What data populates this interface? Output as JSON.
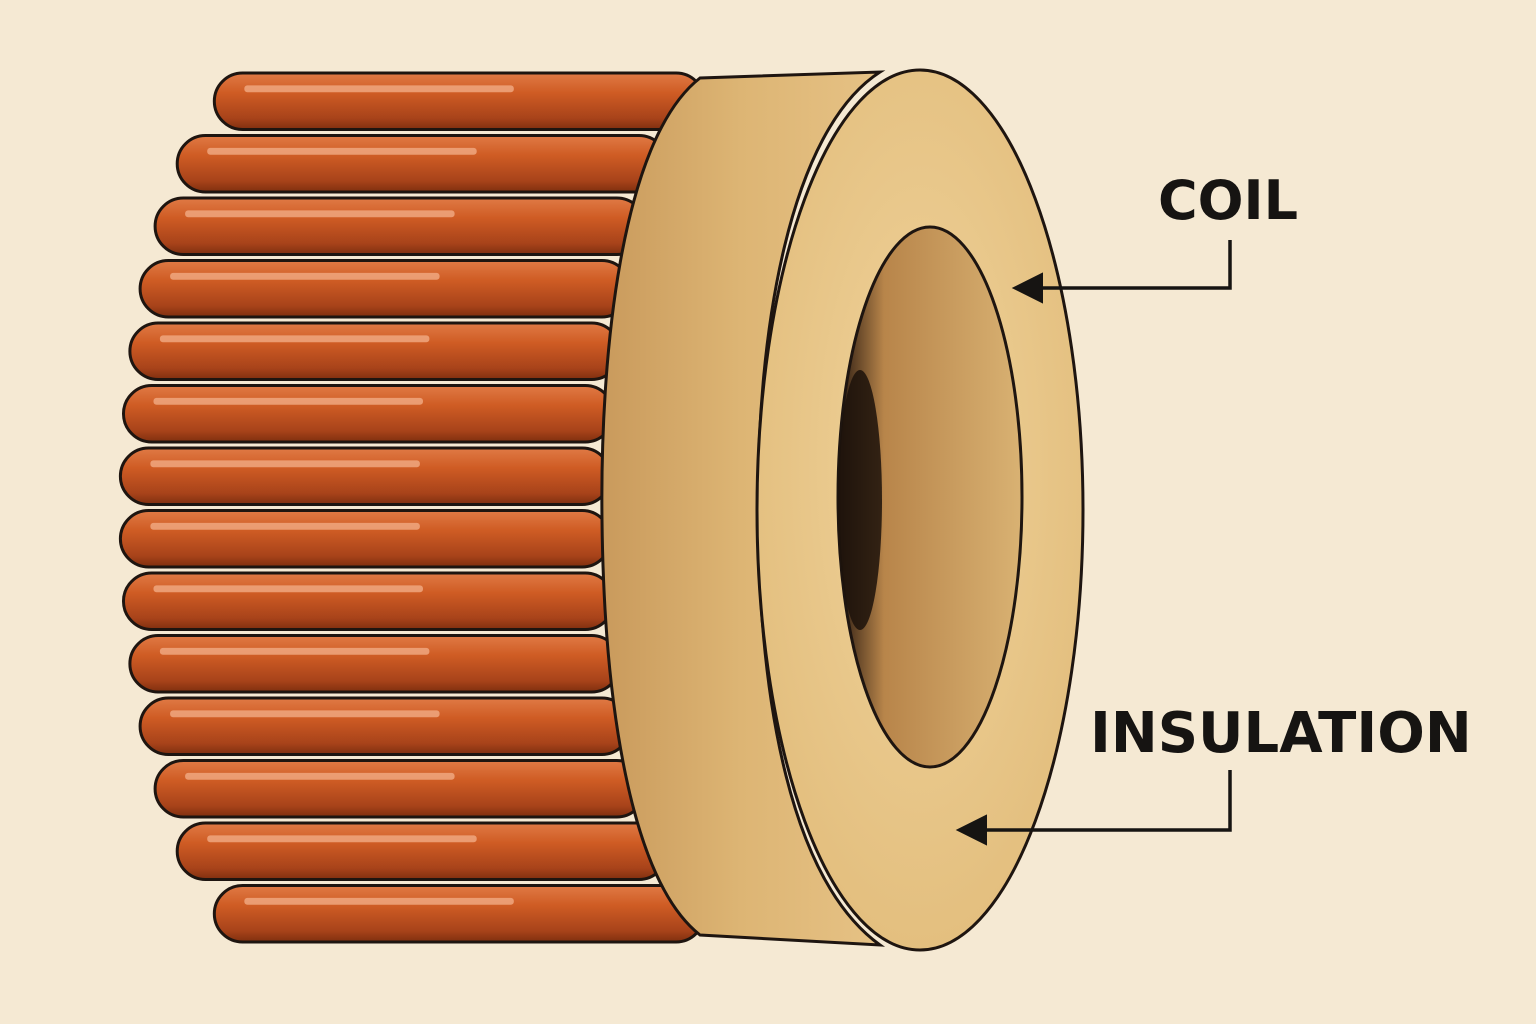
{
  "labels": {
    "coil": "COIL",
    "insulation": "INSULATION"
  },
  "colors": {
    "background": "#f5e9d3",
    "copper": "#c9561f",
    "copper_dark": "#8e3711",
    "copper_highlight": "#f0a37c",
    "insulation": "#e2bd7c",
    "insulation_shadow": "#c8995a",
    "outline": "#1e1510"
  },
  "counts": {
    "coil_turns": 14
  }
}
